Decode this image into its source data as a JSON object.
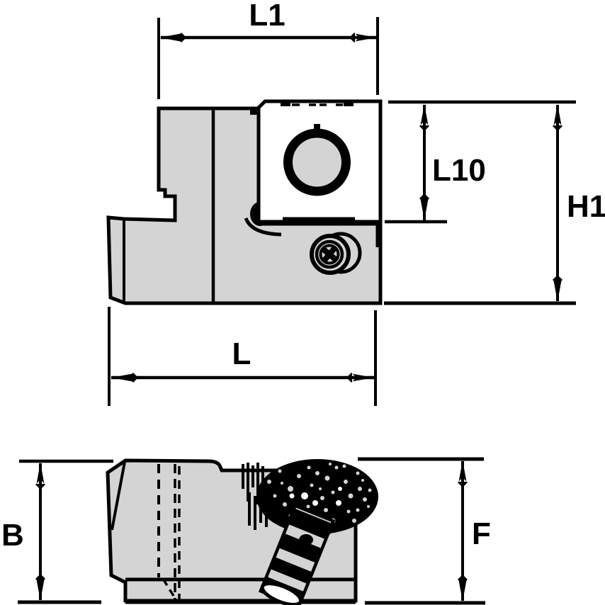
{
  "drawing": {
    "kind": "tool-holder-dimension-drawing",
    "views": [
      {
        "id": "top-view",
        "dimension_labels": [
          "L1",
          "L10",
          "H1",
          "L"
        ]
      },
      {
        "id": "side-view",
        "dimension_labels": [
          "B",
          "F"
        ]
      }
    ]
  },
  "labels": {
    "l1": "L1",
    "l10": "L10",
    "h1": "H1",
    "l": "L",
    "b": "B",
    "f": "F"
  },
  "colors": {
    "background": "#ffffff",
    "body_fill": "#d4d4d4",
    "line": "#000000"
  }
}
